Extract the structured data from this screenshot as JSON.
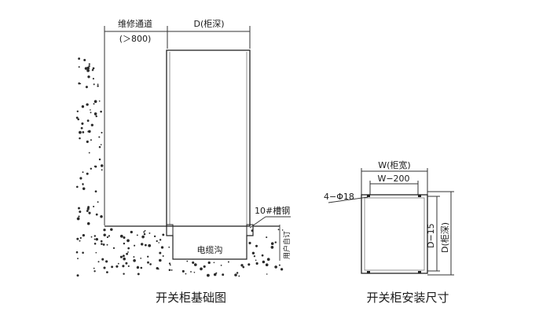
{
  "foundation": {
    "maintenance_channel": "维修通道",
    "maintenance_width": "(＞800)",
    "cabinet_depth": "D(柜深)",
    "channel_steel": "10#槽钢",
    "cable_trench": "电缆沟",
    "user_provided": "用户自订",
    "caption": "开关柜基础图"
  },
  "installation": {
    "cabinet_width": "W(柜宽)",
    "inner_width": "W−200",
    "holes": "4−Φ18",
    "inner_depth": "D−15",
    "cabinet_depth": "D(柜深)",
    "caption": "开关柜安装尺寸"
  }
}
